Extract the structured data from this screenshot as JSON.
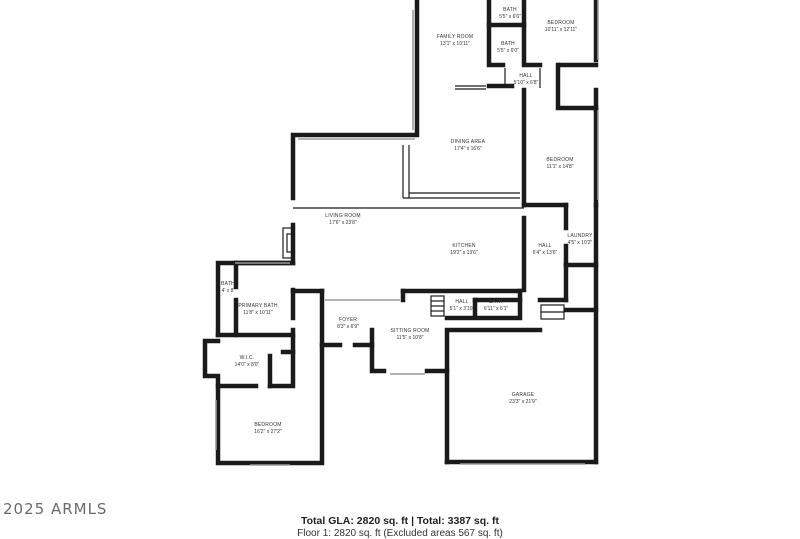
{
  "rooms": {
    "bath1": {
      "name": "BATH",
      "dims": "5'5\" x 6'6\""
    },
    "bedroom1": {
      "name": "BEDROOM",
      "dims": "10'11\" x 12'11\""
    },
    "family_room": {
      "name": "FAMILY ROOM",
      "dims": "13'1\" x 10'11\""
    },
    "bath2": {
      "name": "BATH",
      "dims": "5'5\" x 6'0\""
    },
    "hall1": {
      "name": "HALL",
      "dims": "5'10\" x 6'8\""
    },
    "dining_area": {
      "name": "DINING AREA",
      "dims": "17'4\" x 16'6\""
    },
    "bedroom2": {
      "name": "BEDROOM",
      "dims": "11'1\" x 14'8\""
    },
    "living_room": {
      "name": "LIVING ROOM",
      "dims": "17'6\" x 23'8\""
    },
    "laundry": {
      "name": "LAUNDRY",
      "dims": "4'5\" x 10'2\""
    },
    "hall2": {
      "name": "HALL",
      "dims": "6'4\" x 13'6\""
    },
    "kitchen": {
      "name": "KITCHEN",
      "dims": "19'2\" x 13'6\""
    },
    "bath3": {
      "name": "BATH",
      "dims": "4' x 8'"
    },
    "primary_bath": {
      "name": "PRIMARY BATH",
      "dims": "11'8\" x 10'11\""
    },
    "hall3": {
      "name": "HALL",
      "dims": "5'1\" x 3'10\""
    },
    "bath4": {
      "name": "BATH",
      "dims": "6'11\" x 6'1\""
    },
    "foyer": {
      "name": "FOYER",
      "dims": "8'3\" x 6'9\""
    },
    "sitting_room": {
      "name": "SITTING ROOM",
      "dims": "11'5\" x 10'8\""
    },
    "wic": {
      "name": "W.I.C.",
      "dims": "14'0\" x 8'0\""
    },
    "garage": {
      "name": "GARAGE",
      "dims": "23'3\" x 21'9\""
    },
    "bedroom3": {
      "name": "BEDROOM",
      "dims": "16'2\" x 27'2\""
    }
  },
  "watermark": "2025 ARMLS",
  "summary": "Total GLA: 2820 sq. ft | Total: 3387 sq. ft",
  "floor_line": "Floor 1: 2820 sq. ft (Excluded areas 567 sq. ft)"
}
